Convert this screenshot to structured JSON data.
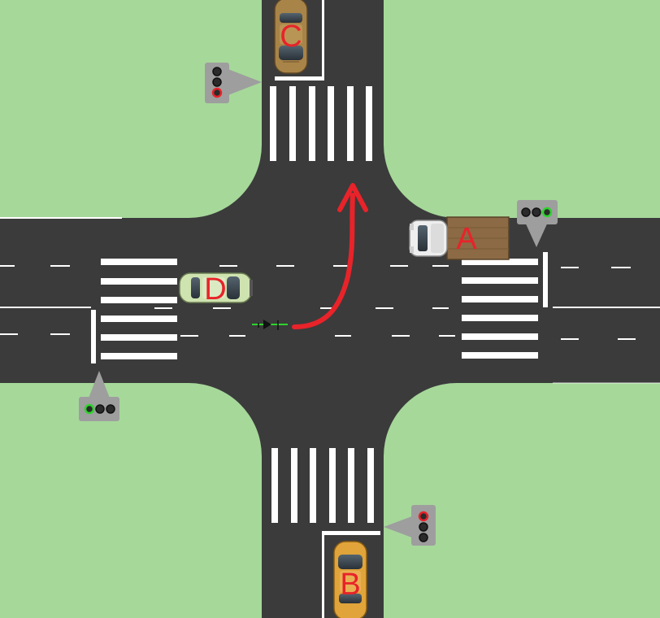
{
  "colors": {
    "grass": "#a6d89a",
    "asphalt": "#3b3b3b",
    "marking": "#ffffff",
    "label": "#e8232a",
    "path_arrow": "#e8232a",
    "signal_housing": "#9e9e9e",
    "signal_red": "#e8232a",
    "signal_green": "#2fd32f"
  },
  "vehicles": {
    "A": {
      "label": "A",
      "type": "truck",
      "facing": "west",
      "color": "#8b6a45"
    },
    "B": {
      "label": "B",
      "type": "car",
      "facing": "north",
      "color": "#e0a43a"
    },
    "C": {
      "label": "C",
      "type": "car",
      "facing": "south",
      "color": "#a98448"
    },
    "D": {
      "label": "D",
      "type": "car",
      "facing": "east",
      "color": "#cfe3b0"
    }
  },
  "cyclist": {
    "type": "bicycle",
    "facing": "east",
    "path": "left-turn-north",
    "icon": "bicycle-icon"
  },
  "signals": {
    "north": {
      "state": "red",
      "icon": "traffic-light-icon"
    },
    "south": {
      "state": "red",
      "icon": "traffic-light-icon"
    },
    "east": {
      "state": "green",
      "icon": "traffic-light-icon"
    },
    "west": {
      "state": "green",
      "icon": "traffic-light-icon"
    }
  }
}
